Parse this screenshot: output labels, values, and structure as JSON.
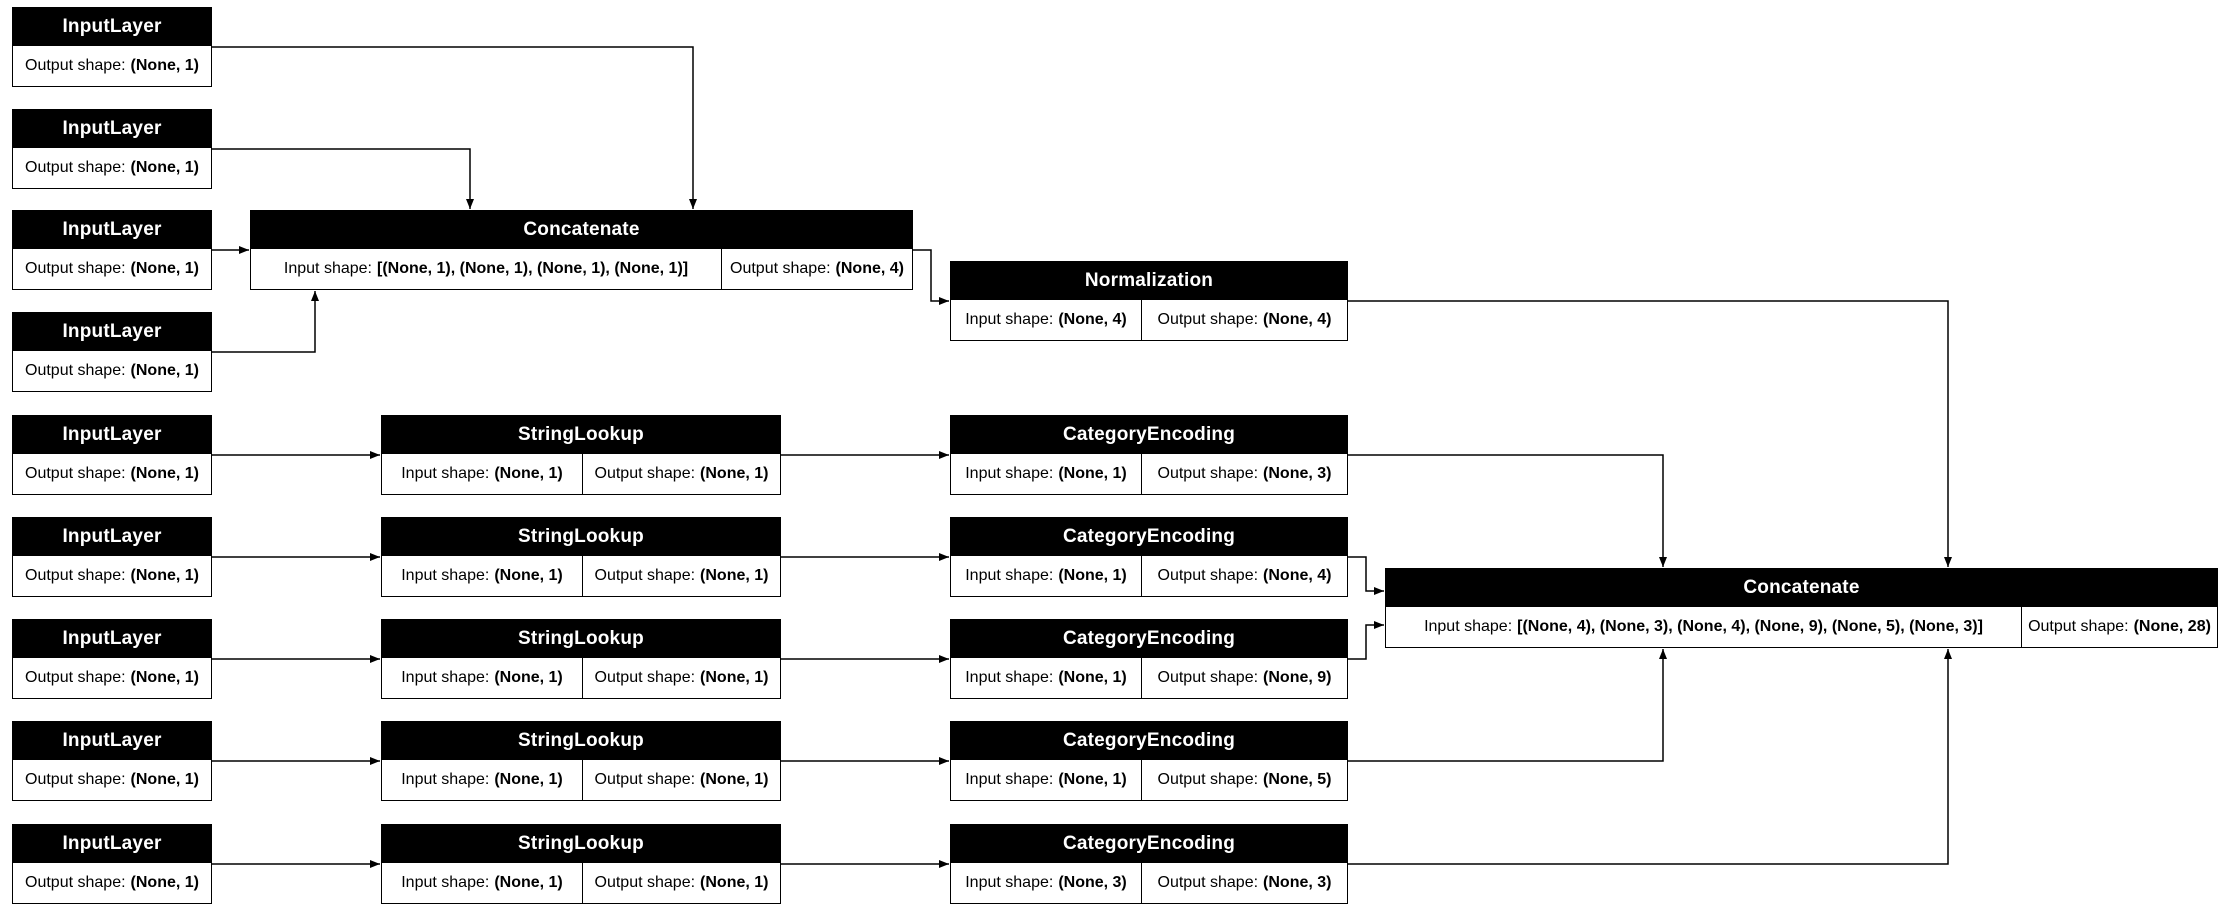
{
  "nodes": {
    "input1": {
      "title": "InputLayer",
      "cells": [
        {
          "label": "Output shape:",
          "value": "(None, 1)"
        }
      ]
    },
    "input2": {
      "title": "InputLayer",
      "cells": [
        {
          "label": "Output shape:",
          "value": "(None, 1)"
        }
      ]
    },
    "input3": {
      "title": "InputLayer",
      "cells": [
        {
          "label": "Output shape:",
          "value": "(None, 1)"
        }
      ]
    },
    "input4": {
      "title": "InputLayer",
      "cells": [
        {
          "label": "Output shape:",
          "value": "(None, 1)"
        }
      ]
    },
    "input5": {
      "title": "InputLayer",
      "cells": [
        {
          "label": "Output shape:",
          "value": "(None, 1)"
        }
      ]
    },
    "input6": {
      "title": "InputLayer",
      "cells": [
        {
          "label": "Output shape:",
          "value": "(None, 1)"
        }
      ]
    },
    "input7": {
      "title": "InputLayer",
      "cells": [
        {
          "label": "Output shape:",
          "value": "(None, 1)"
        }
      ]
    },
    "input8": {
      "title": "InputLayer",
      "cells": [
        {
          "label": "Output shape:",
          "value": "(None, 1)"
        }
      ]
    },
    "input9": {
      "title": "InputLayer",
      "cells": [
        {
          "label": "Output shape:",
          "value": "(None, 1)"
        }
      ]
    },
    "concat1": {
      "title": "Concatenate",
      "cells": [
        {
          "label": "Input shape:",
          "value": "[(None, 1), (None, 1), (None, 1), (None, 1)]"
        },
        {
          "label": "Output shape:",
          "value": "(None, 4)"
        }
      ]
    },
    "norm": {
      "title": "Normalization",
      "cells": [
        {
          "label": "Input shape:",
          "value": "(None, 4)"
        },
        {
          "label": "Output shape:",
          "value": "(None, 4)"
        }
      ]
    },
    "lookup1": {
      "title": "StringLookup",
      "cells": [
        {
          "label": "Input shape:",
          "value": "(None, 1)"
        },
        {
          "label": "Output shape:",
          "value": "(None, 1)"
        }
      ]
    },
    "lookup2": {
      "title": "StringLookup",
      "cells": [
        {
          "label": "Input shape:",
          "value": "(None, 1)"
        },
        {
          "label": "Output shape:",
          "value": "(None, 1)"
        }
      ]
    },
    "lookup3": {
      "title": "StringLookup",
      "cells": [
        {
          "label": "Input shape:",
          "value": "(None, 1)"
        },
        {
          "label": "Output shape:",
          "value": "(None, 1)"
        }
      ]
    },
    "lookup4": {
      "title": "StringLookup",
      "cells": [
        {
          "label": "Input shape:",
          "value": "(None, 1)"
        },
        {
          "label": "Output shape:",
          "value": "(None, 1)"
        }
      ]
    },
    "lookup5": {
      "title": "StringLookup",
      "cells": [
        {
          "label": "Input shape:",
          "value": "(None, 1)"
        },
        {
          "label": "Output shape:",
          "value": "(None, 1)"
        }
      ]
    },
    "encode1": {
      "title": "CategoryEncoding",
      "cells": [
        {
          "label": "Input shape:",
          "value": "(None, 1)"
        },
        {
          "label": "Output shape:",
          "value": "(None, 3)"
        }
      ]
    },
    "encode2": {
      "title": "CategoryEncoding",
      "cells": [
        {
          "label": "Input shape:",
          "value": "(None, 1)"
        },
        {
          "label": "Output shape:",
          "value": "(None, 4)"
        }
      ]
    },
    "encode3": {
      "title": "CategoryEncoding",
      "cells": [
        {
          "label": "Input shape:",
          "value": "(None, 1)"
        },
        {
          "label": "Output shape:",
          "value": "(None, 9)"
        }
      ]
    },
    "encode4": {
      "title": "CategoryEncoding",
      "cells": [
        {
          "label": "Input shape:",
          "value": "(None, 1)"
        },
        {
          "label": "Output shape:",
          "value": "(None, 5)"
        }
      ]
    },
    "encode5": {
      "title": "CategoryEncoding",
      "cells": [
        {
          "label": "Input shape:",
          "value": "(None, 3)"
        },
        {
          "label": "Output shape:",
          "value": "(None, 3)"
        }
      ]
    },
    "concat2": {
      "title": "Concatenate",
      "cells": [
        {
          "label": "Input shape:",
          "value": "[(None, 4), (None, 3), (None, 4), (None, 9), (None, 5), (None, 3)]"
        },
        {
          "label": "Output shape:",
          "value": "(None, 28)"
        }
      ]
    },
    "colors": {
      "node_header": "#000000",
      "node_bg": "#ffffff",
      "edge": "#000000"
    }
  }
}
